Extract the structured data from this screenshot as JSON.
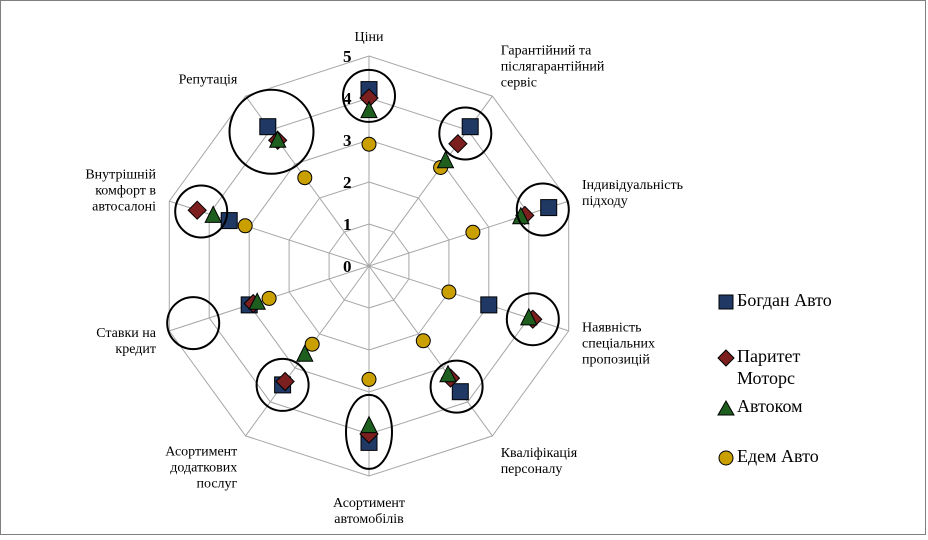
{
  "chart_data": {
    "type": "radar",
    "title": "",
    "categories": [
      "Ціни",
      "Гарантійний та післягарантійний сервіс",
      "Індивідуальність підходу",
      "Наявність спеціальних пропозицій",
      "Кваліфікація персоналу",
      "Асортимент автомобілів",
      "Асортимент додаткових послуг",
      "Ставки на кредит",
      "Внутрішній комфорт в автосалоні",
      "Репутація"
    ],
    "category_label_lines": [
      [
        "Ціни"
      ],
      [
        "Гарантійний та",
        "післягарантійний",
        "сервіс"
      ],
      [
        "Індивідуальність",
        "підходу"
      ],
      [
        "Наявність",
        "спеціальних",
        "пропозицій"
      ],
      [
        "Кваліфікація",
        "персоналу"
      ],
      [
        "Асортимент",
        "автомобілів"
      ],
      [
        "Асортимент",
        "додаткових",
        "послуг"
      ],
      [
        "Ставки на",
        "кредит"
      ],
      [
        "Внутрішній",
        "комфорт в",
        "автосалоні"
      ],
      [
        "Репутація"
      ]
    ],
    "rlim": [
      0,
      5
    ],
    "ticks": [
      "0",
      "1",
      "2",
      "3",
      "4",
      "5"
    ],
    "grid": true,
    "legend_position": "right",
    "series": [
      {
        "name": "Богдан Авто",
        "marker": "square",
        "color": "#1f3864",
        "values": [
          4.2,
          4.1,
          4.5,
          3.0,
          3.7,
          4.2,
          3.5,
          3.0,
          3.5,
          4.1
        ]
      },
      {
        "name": "Паритет Моторс",
        "marker": "diamond",
        "color": "#7b1f1f",
        "values": [
          4.0,
          3.6,
          3.9,
          4.1,
          3.3,
          4.0,
          3.4,
          2.9,
          4.3,
          3.7
        ]
      },
      {
        "name": "Автоком",
        "marker": "triangle",
        "color": "#1e5e1e",
        "values": [
          3.7,
          3.1,
          3.8,
          4.0,
          3.2,
          3.8,
          2.6,
          2.8,
          3.9,
          3.7
        ]
      },
      {
        "name": "Едем Авто",
        "marker": "circle",
        "color": "#c9a000",
        "values": [
          2.9,
          2.9,
          2.6,
          2.0,
          2.2,
          2.7,
          2.3,
          2.5,
          3.1,
          2.6
        ]
      }
    ],
    "legend_label_lines": [
      [
        "Богдан Авто"
      ],
      [
        "Паритет",
        "Моторс"
      ],
      [
        "Автоком"
      ],
      [
        "Едем Авто"
      ]
    ],
    "annotations": {
      "type": "circle-highlights",
      "items": [
        {
          "category": 0,
          "value": 4.05,
          "size": "small"
        },
        {
          "category": 1,
          "value": 3.9,
          "size": "small"
        },
        {
          "category": 2,
          "value": 4.35,
          "size": "small"
        },
        {
          "category": 3,
          "value": 4.1,
          "size": "small"
        },
        {
          "category": 4,
          "value": 3.55,
          "size": "small"
        },
        {
          "category": 5,
          "value": 3.95,
          "size": "tall"
        },
        {
          "category": 6,
          "value": 3.5,
          "size": "small"
        },
        {
          "category": 7,
          "value": 4.4,
          "size": "small"
        },
        {
          "category": 8,
          "value": 4.2,
          "size": "small"
        },
        {
          "category": 9,
          "value": 3.95,
          "size": "large"
        }
      ]
    }
  }
}
